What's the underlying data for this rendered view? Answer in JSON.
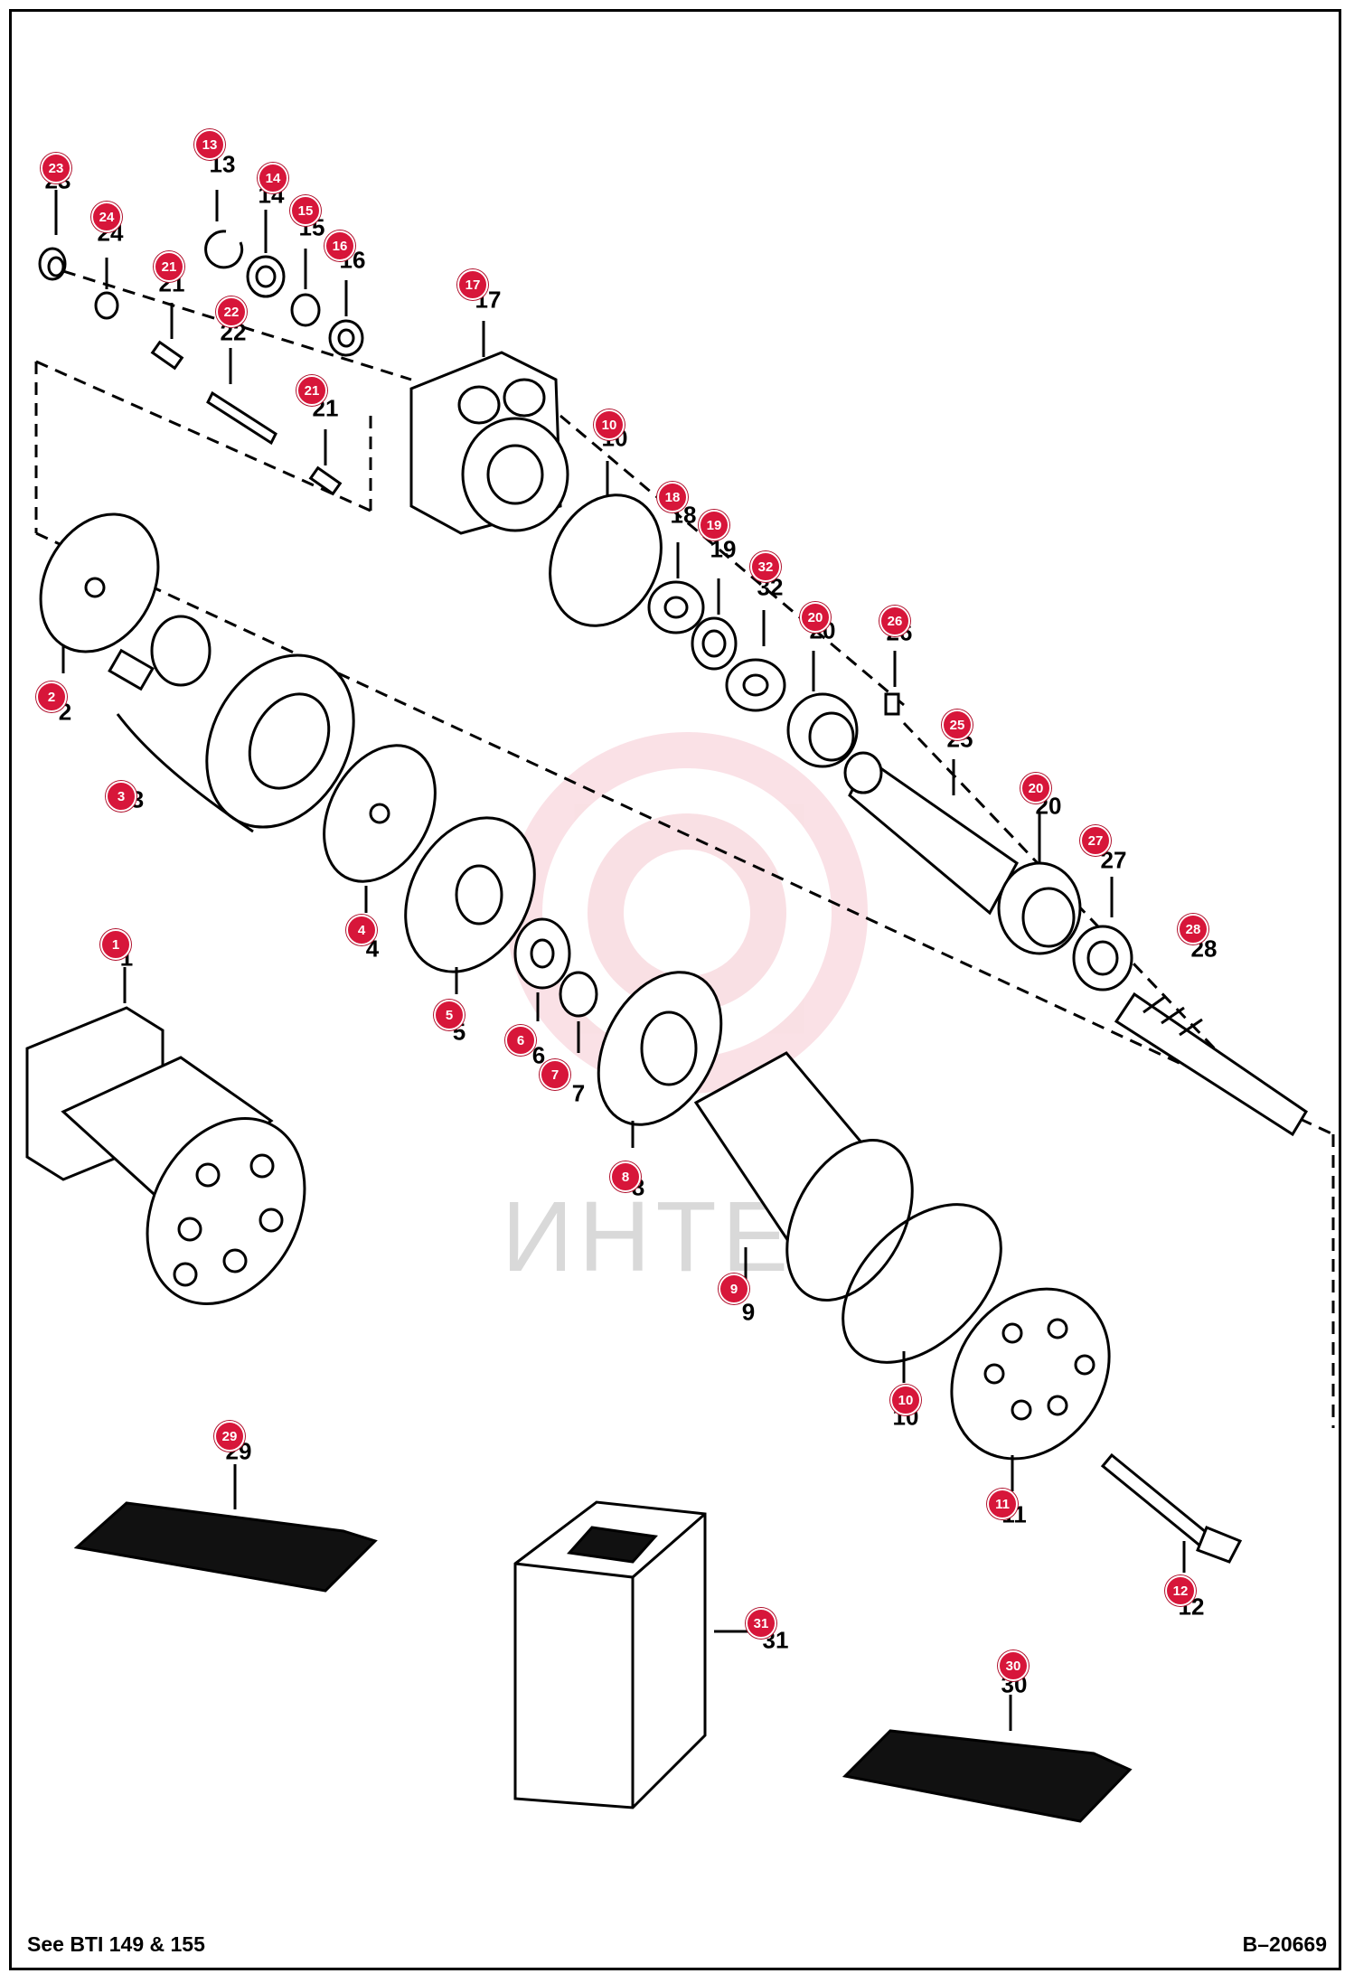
{
  "diagram": {
    "watermark_text": "ИНТЕХ",
    "footer_left": "See BTI 149 & 155",
    "footer_right": "B–20669",
    "callout_color": "#d7163a",
    "parts": [
      {
        "key": "p23",
        "label": "23"
      },
      {
        "key": "p24",
        "label": "24"
      },
      {
        "key": "p13",
        "label": "13"
      },
      {
        "key": "p14",
        "label": "14"
      },
      {
        "key": "p15",
        "label": "15"
      },
      {
        "key": "p16",
        "label": "16"
      },
      {
        "key": "p21a",
        "label": "21"
      },
      {
        "key": "p22",
        "label": "22"
      },
      {
        "key": "p21b",
        "label": "21"
      },
      {
        "key": "p17",
        "label": "17"
      },
      {
        "key": "p10a",
        "label": "10"
      },
      {
        "key": "p18",
        "label": "18"
      },
      {
        "key": "p19",
        "label": "19"
      },
      {
        "key": "p32",
        "label": "32"
      },
      {
        "key": "p20a",
        "label": "20"
      },
      {
        "key": "p26",
        "label": "26"
      },
      {
        "key": "p25",
        "label": "25"
      },
      {
        "key": "p20b",
        "label": "20"
      },
      {
        "key": "p27",
        "label": "27"
      },
      {
        "key": "p28",
        "label": "28"
      },
      {
        "key": "p2",
        "label": "2"
      },
      {
        "key": "p3",
        "label": "3"
      },
      {
        "key": "p4",
        "label": "4"
      },
      {
        "key": "p5",
        "label": "5"
      },
      {
        "key": "p6",
        "label": "6"
      },
      {
        "key": "p7",
        "label": "7"
      },
      {
        "key": "p8",
        "label": "8"
      },
      {
        "key": "p1",
        "label": "1"
      },
      {
        "key": "p9",
        "label": "9"
      },
      {
        "key": "p10b",
        "label": "10"
      },
      {
        "key": "p11",
        "label": "11"
      },
      {
        "key": "p12",
        "label": "12"
      },
      {
        "key": "p29",
        "label": "29"
      },
      {
        "key": "p31",
        "label": "31"
      },
      {
        "key": "p30",
        "label": "30"
      }
    ]
  }
}
